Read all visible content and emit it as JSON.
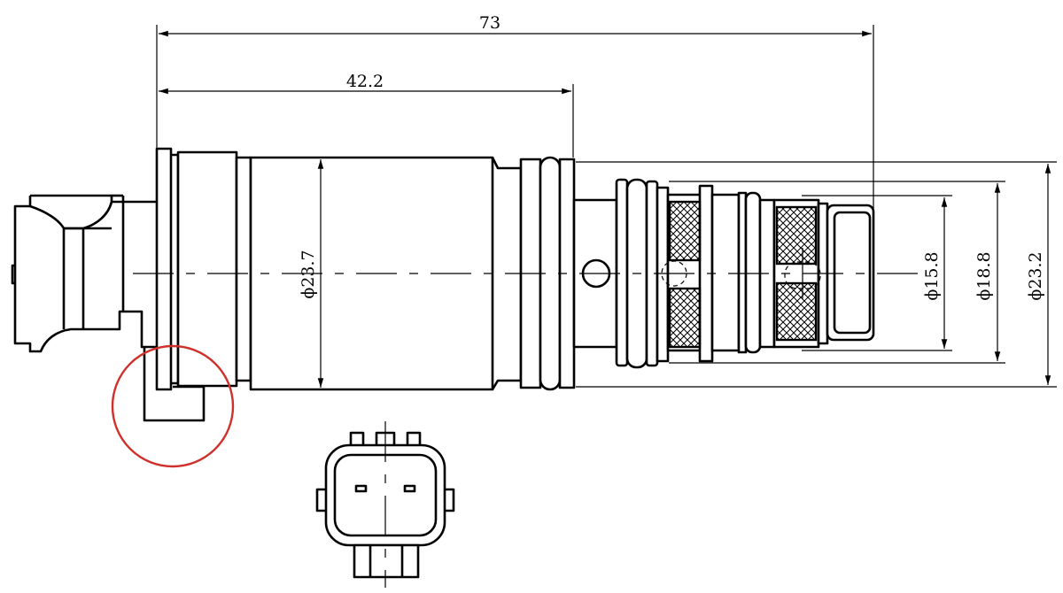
{
  "dimensions": {
    "overall_length": "73",
    "partial_length": "42.2",
    "body_diameter": "ϕ23.7",
    "inner_diameter_small": "ϕ15.8",
    "inner_diameter_mid": "ϕ18.8",
    "outer_diameter": "ϕ23.2"
  },
  "colors": {
    "line": "#000000",
    "highlight_circle": "#d0302a",
    "hatch": "#000000"
  }
}
